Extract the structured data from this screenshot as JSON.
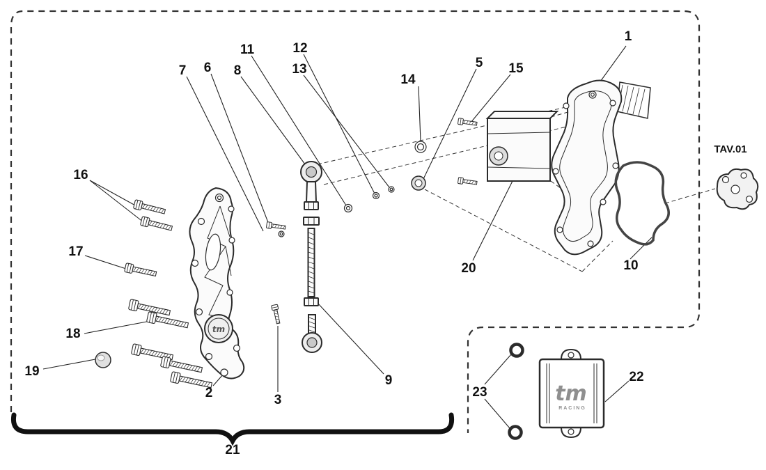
{
  "callouts": {
    "c1": "1",
    "c2": "2",
    "c3": "3",
    "c5": "5",
    "c6": "6",
    "c7": "7",
    "c8": "8",
    "c9": "9",
    "c10": "10",
    "c11": "11",
    "c12": "12",
    "c13": "13",
    "c14": "14",
    "c15": "15",
    "c16": "16",
    "c17": "17",
    "c18": "18",
    "c19": "19",
    "c20": "20",
    "c21": "21",
    "c22": "22",
    "c23": "23",
    "tav": "TAV.01"
  },
  "logos": {
    "plate_logo": "tm",
    "cover_logo": "tm",
    "cover_sub": "RACING"
  },
  "colors": {
    "line": "#2b2b2b",
    "logo_gray": "#8f8f8f"
  }
}
